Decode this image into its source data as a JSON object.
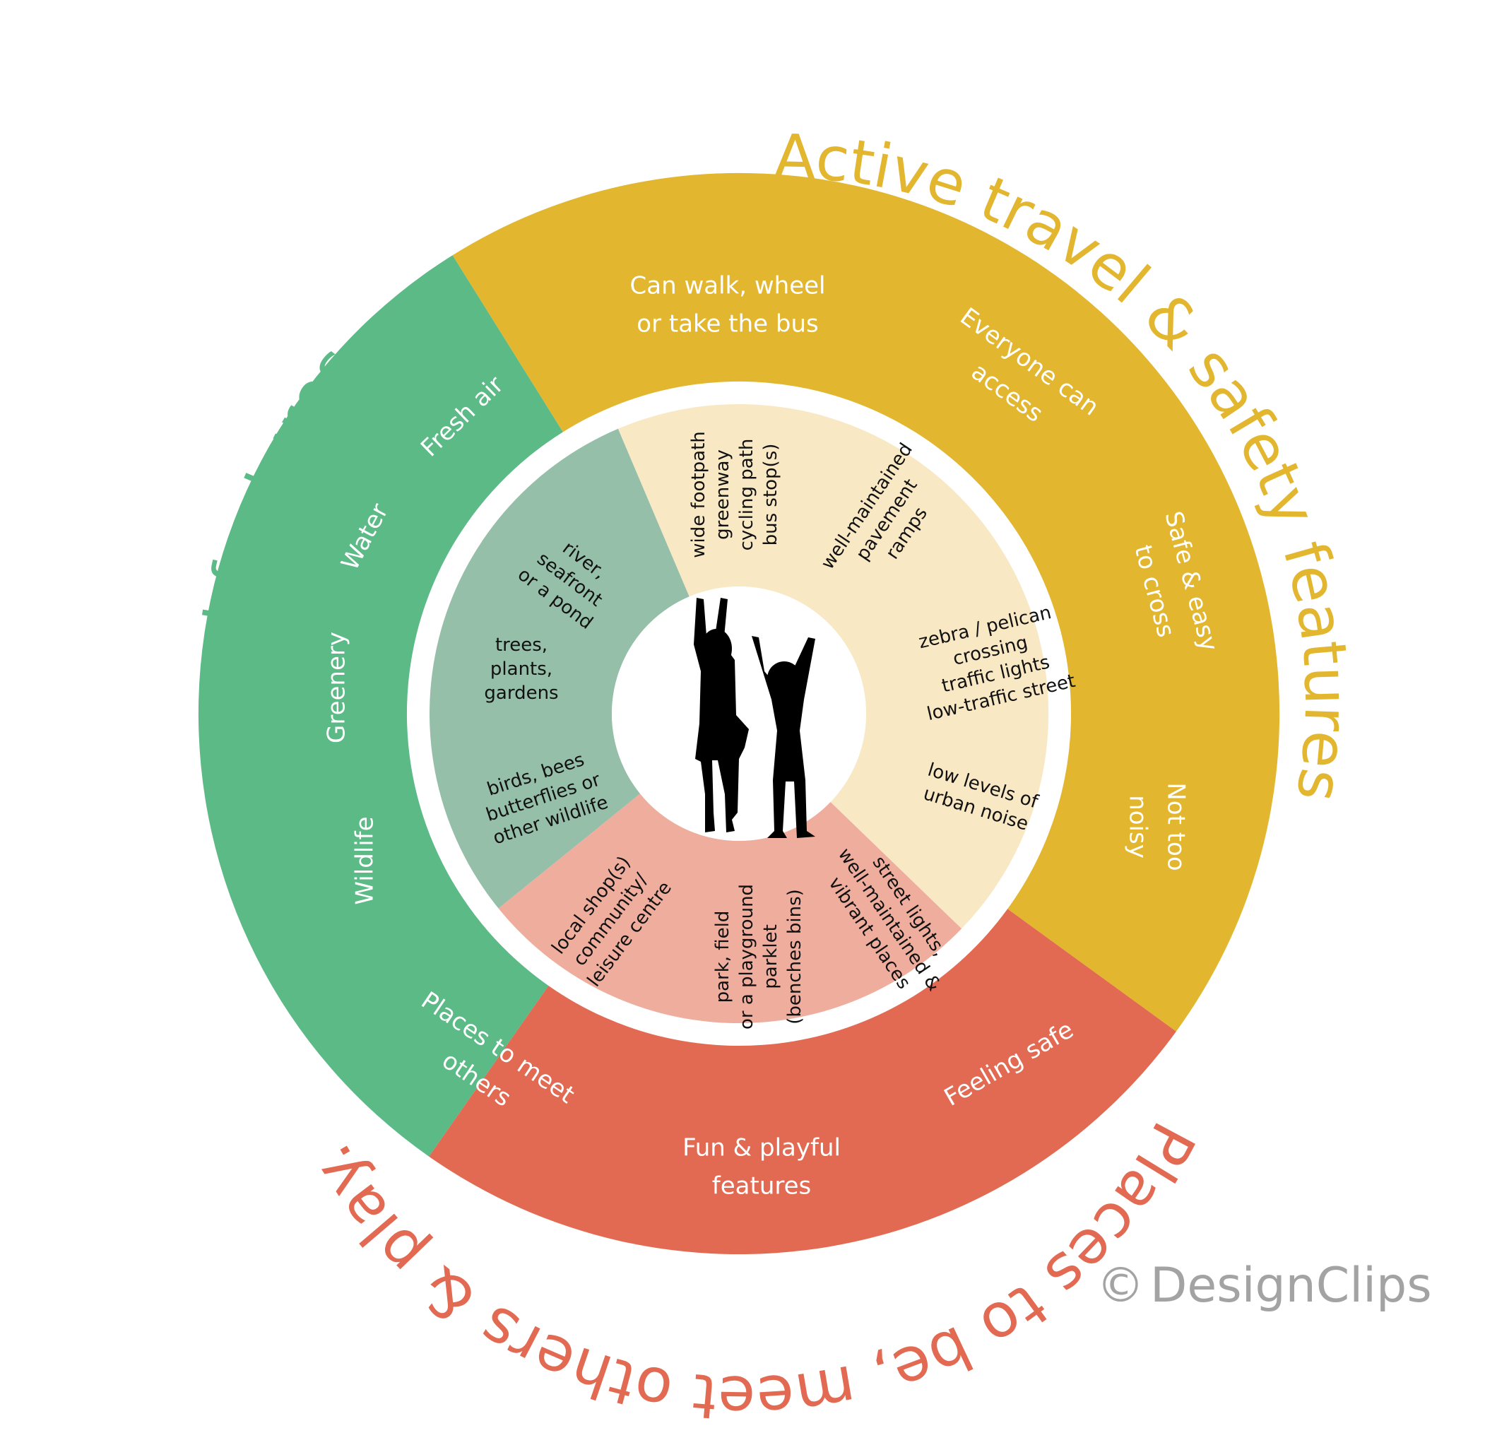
{
  "colors": {
    "green": "#5BBA86",
    "green_light": "#95BFA8",
    "yellow": "#E3B62F",
    "yellow_light": "#F8E8C4",
    "red": "#E36A52",
    "red_light": "#EFAD9E",
    "credit_gray": "#A3A3A3",
    "text_dark": "#111111",
    "text_light": "#FFFFFF"
  },
  "titles": {
    "natural": "Natural features.",
    "active": "Active travel & safety features.",
    "places": "Places to be, meet others & play."
  },
  "outer_ring": {
    "natural": [
      {
        "lines": [
          "Fresh air"
        ]
      },
      {
        "lines": [
          "Water"
        ]
      },
      {
        "lines": [
          "Greenery"
        ]
      },
      {
        "lines": [
          "Wildlife"
        ]
      }
    ],
    "active": [
      {
        "lines": [
          "Can walk, wheel",
          "or take the bus"
        ]
      },
      {
        "lines": [
          "Everyone can",
          "access"
        ]
      },
      {
        "lines": [
          "Safe & easy",
          "to cross"
        ]
      },
      {
        "lines": [
          "Not too",
          "noisy"
        ]
      }
    ],
    "places": [
      {
        "lines": [
          "Feeling safe"
        ]
      },
      {
        "lines": [
          "Fun & playful",
          "features"
        ]
      },
      {
        "lines": [
          "Places to meet",
          "others"
        ]
      }
    ]
  },
  "inner_ring": {
    "natural": [
      {
        "lines": [
          "river,",
          "seafront",
          "or a pond"
        ]
      },
      {
        "lines": [
          "trees,",
          "plants,",
          "gardens"
        ]
      },
      {
        "lines": [
          "birds, bees",
          "butterflies or",
          "other wildlife"
        ]
      }
    ],
    "active": [
      {
        "lines": [
          "wide footpath",
          "greenway",
          "cycling path",
          "bus stop(s)"
        ]
      },
      {
        "lines": [
          "well-maintained",
          "pavement",
          "ramps"
        ]
      },
      {
        "lines": [
          "zebra / pelican",
          "crossing",
          "traffic lights",
          "low-traffic street"
        ]
      },
      {
        "lines": [
          "low levels of",
          "urban noise"
        ]
      }
    ],
    "places": [
      {
        "lines": [
          "street lights,",
          "well-maintained &",
          "vibrant places"
        ]
      },
      {
        "lines": [
          "park, field",
          "or a playground",
          "parklet",
          "(benches bins)"
        ]
      },
      {
        "lines": [
          "local shop(s)",
          "community/",
          "leisure centre"
        ]
      }
    ]
  },
  "center": {
    "image": "children-silhouette"
  },
  "credit": {
    "symbol": "©",
    "text": "DesignClips"
  }
}
